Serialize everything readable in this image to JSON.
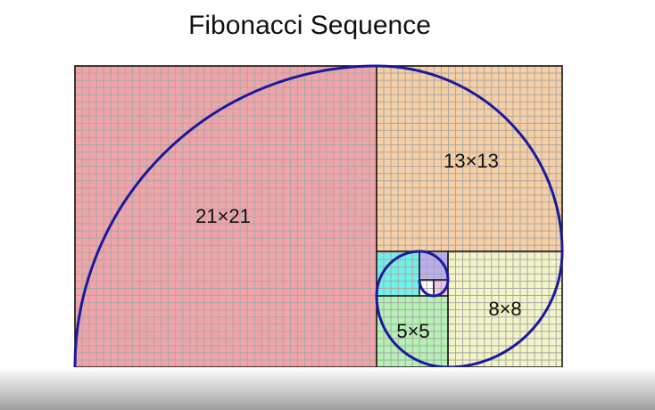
{
  "diagram": {
    "title": "Fibonacci Sequence",
    "squares": [
      {
        "id": "sq21",
        "label": "21×21",
        "side": 21,
        "color": "#f2a3a8"
      },
      {
        "id": "sq13",
        "label": "13×13",
        "side": 13,
        "color": "#f7cfa3"
      },
      {
        "id": "sq8",
        "label": "8×8",
        "side": 8,
        "color": "#f4f5c7"
      },
      {
        "id": "sq5",
        "label": "5×5",
        "side": 5,
        "color": "#b3f2b3"
      },
      {
        "id": "sq3",
        "label": "",
        "side": 3,
        "color": "#6ff0e8"
      },
      {
        "id": "sq2",
        "label": "",
        "side": 2,
        "color": "#b8aef0"
      },
      {
        "id": "sq1a",
        "label": "",
        "side": 1,
        "color": "#ffffff"
      },
      {
        "id": "sq1b",
        "label": "",
        "side": 1,
        "color": "#f0c4f0"
      }
    ],
    "spiral_color": "#1a1a9e",
    "grid_color": "#a8a8a8",
    "border_color": "#111111"
  }
}
